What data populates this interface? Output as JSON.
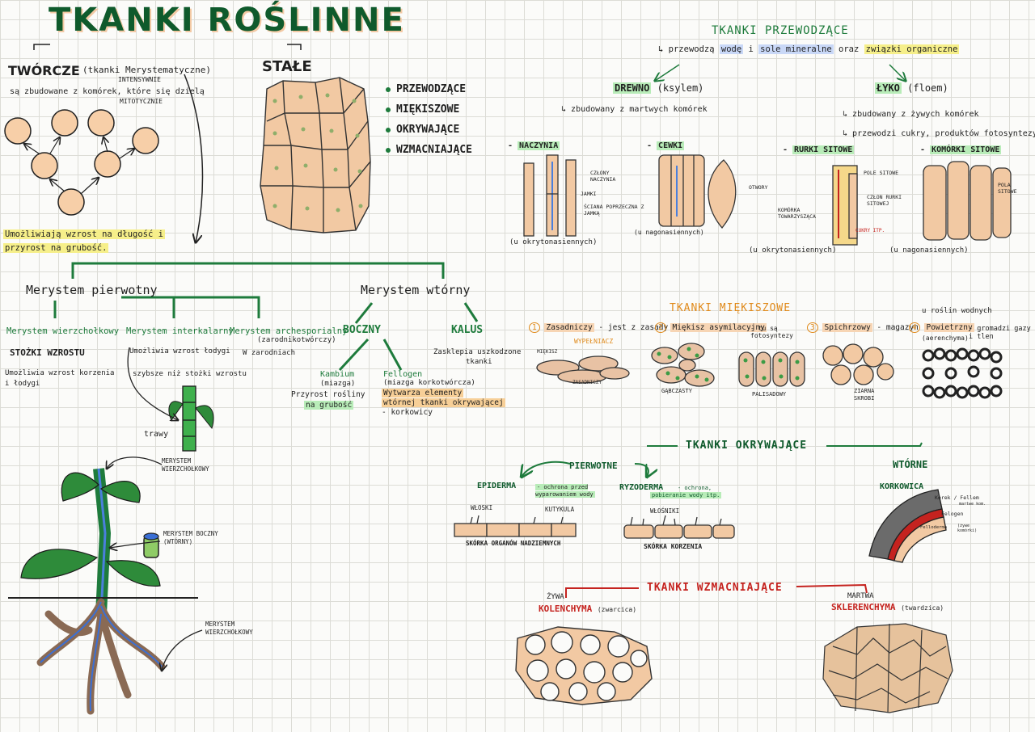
{
  "title": "TKANKI ROŚLINNE",
  "tworcze": {
    "heading": "TWÓRCZE",
    "subtitle": "(tkanki Merystematyczne)",
    "intensywnie": "INTENSYWNIE",
    "line1": "są zbudowane z komórek, które się dzielą",
    "mitotycznie": "MITOTYCZNIE",
    "note": [
      "Umożliwiają wzrost na długość i",
      "przyrost na grubość."
    ]
  },
  "stale": {
    "heading": "STAŁE",
    "list": [
      "PRZEWODZĄCE",
      "MIĘKISZOWE",
      "OKRYWAJĄCE",
      "WZMACNIAJĄCE"
    ]
  },
  "merystem_pierwotny": {
    "heading": "Merystem pierwotny",
    "wierzcholkowy": {
      "title": "Merystem wierzchołkowy",
      "sub": "STOŻKI WZROSTU",
      "text": [
        "Umożliwia wzrost korzenia",
        "i łodygi"
      ]
    },
    "interkalarny": {
      "title": "Merystem interkalarny",
      "text": [
        "Umożliwia wzrost łodygi",
        "szybsze niż stożki wzrostu"
      ],
      "label": "trawy"
    },
    "archesporialny": {
      "title": "Merystem archesporialny",
      "sub": "(zarodnikotwórczy)",
      "text": "W zarodniach"
    }
  },
  "merystem_wtorny": {
    "heading": "Merystem wtórny",
    "boczny": "BOCZNY",
    "kalus": {
      "title": "KALUS",
      "text": [
        "Zasklepia uszkodzone",
        "tkanki"
      ]
    },
    "kambium": {
      "title": "Kambium",
      "sub": "(miazga)",
      "text": [
        "Przyrost rośliny",
        "na grubość"
      ]
    },
    "fellogen": {
      "title": "Fellogen",
      "sub": "(miazga korkotwórcza)",
      "text": [
        "Wytwarza elementy",
        "wtórnej tkanki okrywającej",
        "- korkowicy"
      ]
    }
  },
  "plant_labels": {
    "top": [
      "MERYSTEM",
      "WIERZCHOŁKOWY"
    ],
    "side": [
      "MERYSTEM BOCZNY",
      "(WTÓRNY)"
    ],
    "root": [
      "MERYSTEM",
      "WIERZCHOŁKOWY"
    ]
  },
  "przewodzace": {
    "heading": "TKANKI PRZEWODZĄCE",
    "line": {
      "pre": "przewodzą",
      "w1": "wodę",
      "mid": "i",
      "w2": "sole mineralne",
      "mid2": "oraz",
      "w3": "związki organiczne"
    },
    "drewno": {
      "title": "DREWNO",
      "sub": "(ksylem)",
      "text": "zbudowany z martwych komórek"
    },
    "lyko": {
      "title": "ŁYKO",
      "sub": "(floem)",
      "text": [
        "zbudowany z żywych komórek",
        "przewodzi cukry, produktów fotosyntezy"
      ]
    },
    "naczynia": {
      "title": "NACZYNIA",
      "labels": [
        "CZŁONY NACZYNIA",
        "JAMKI",
        "ŚCIANA POPRZECZNA Z JAMKĄ"
      ],
      "note": "(u okrytonasiennych)"
    },
    "cewki": {
      "title": "CEWKI",
      "labels": [
        "OTWORY"
      ],
      "note": "(u nagonasiennych)"
    },
    "rurki": {
      "title": "RURKI SITOWE",
      "labels": [
        "POLE SITOWE",
        "CZŁON RURKI SITOWEJ",
        "KOMÓRKA TOWARZYSZĄCA",
        "CUKRY ITP."
      ],
      "note": "(u okrytonasiennych)"
    },
    "komorki": {
      "title": "KOMÓRKI SITOWE",
      "labels": [
        "POLA SITOWE"
      ],
      "note": "(u nagonasiennych)"
    }
  },
  "miekiszowe": {
    "heading": "TKANKI MIĘKISZOWE",
    "items": [
      {
        "num": "1",
        "name": "Zasadniczy",
        "desc": "- jest z zasady",
        "extra": "WYPEŁNIACZ",
        "labels": [
          "MIĘKISZ",
          "ZASADNICZY"
        ]
      },
      {
        "num": "2",
        "name": "Miękisz asymilacyjny",
        "desc": "- tu są fotosyntezy",
        "labels": [
          "GĄBCZASTY",
          "PALISADOWY"
        ]
      },
      {
        "num": "3",
        "name": "Spichrzowy",
        "desc": "- magazyn",
        "labels": [
          "ZIARNA",
          "SKROBI"
        ]
      },
      {
        "num": "4",
        "name": "Powietrzny",
        "desc": "- gromadzi gazy i tlen",
        "sub": "(aerenchyma)",
        "pre": "u roślin wodnych"
      }
    ]
  },
  "okrywajace": {
    "heading": "TKANKI OKRYWAJĄCE",
    "pierwotne": "PIERWOTNE",
    "wtorne": "WTÓRNE",
    "epiderma": {
      "title": "EPIDERMA",
      "desc": "- ochrona przed wyparowaniem wody",
      "labels": [
        "WŁOSKI",
        "KUTYKULA"
      ],
      "caption": "SKÓRKA ORGANÓW NADZIEMNYCH"
    },
    "ryzoderma": {
      "title": "RYZODERMA",
      "desc": [
        "- ochrona,",
        "pobieranie wody itp."
      ],
      "labels": [
        "WŁOŚNIKI"
      ],
      "caption": "SKÓRKA KORZENIA"
    },
    "korkowica": {
      "title": "KORKOWICA",
      "labels": [
        "Korek / Fellem",
        "martwe kom.",
        "Felogen",
        "Felloderma",
        "(żywe komórki)"
      ]
    }
  },
  "wzmacniajace": {
    "heading": "TKANKI WZMACNIAJĄCE",
    "kolenchyma": {
      "pre": "ŻYWA",
      "title": "KOLENCHYMA",
      "sub": "(zwarcica)"
    },
    "sklerenchyma": {
      "pre": "MARTWA",
      "title": "SKLERENCHYMA",
      "sub": "(twardzica)"
    }
  },
  "colors": {
    "green": "#1e7b3c",
    "red": "#c5231f",
    "orange": "#e08a1b",
    "peach": "#f5d3b2",
    "dark": "#1f1f1f"
  }
}
